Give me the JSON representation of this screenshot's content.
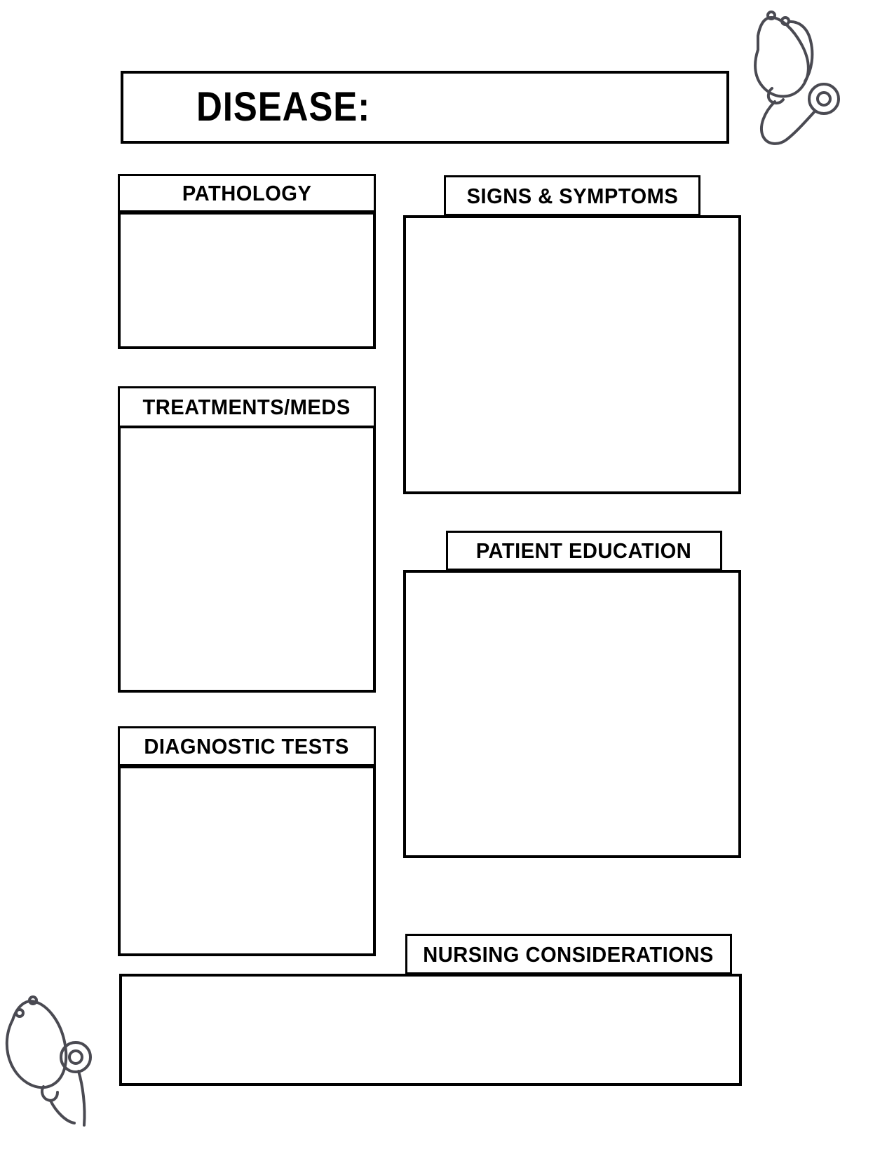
{
  "page": {
    "kind": "nursing-disease-study-worksheet",
    "background_color": "#ffffff",
    "line_color": "#000000",
    "decoration_color": "#4a4a52"
  },
  "title": {
    "label": "DISEASE:"
  },
  "sections": [
    {
      "key": "pathology",
      "label": "PATHOLOGY",
      "column": "left",
      "content": ""
    },
    {
      "key": "signs",
      "label": "SIGNS & SYMPTOMS",
      "column": "right",
      "content": ""
    },
    {
      "key": "treatments",
      "label": "TREATMENTS/MEDS",
      "column": "left",
      "content": ""
    },
    {
      "key": "education",
      "label": "PATIENT EDUCATION",
      "column": "right",
      "content": ""
    },
    {
      "key": "diagnostic",
      "label": "DIAGNOSTIC TESTS",
      "column": "left",
      "content": ""
    },
    {
      "key": "nursing",
      "label": "NURSING CONSIDERATIONS",
      "column": "full",
      "content": ""
    }
  ],
  "decorations": [
    {
      "key": "stethoscope_top_right",
      "name": "stethoscope-icon",
      "position": "top-right"
    },
    {
      "key": "stethoscope_bottom_left",
      "name": "stethoscope-icon",
      "position": "bottom-left"
    }
  ]
}
